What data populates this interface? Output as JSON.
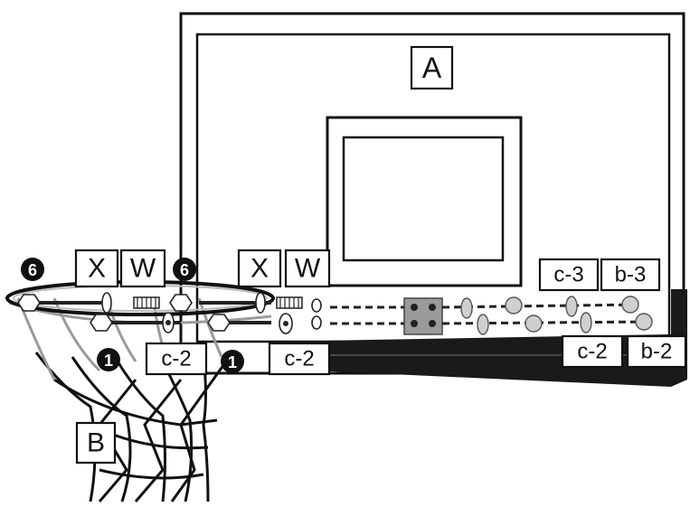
{
  "labels": {
    "backboard": "A",
    "rim": "B",
    "bolt_x_left": "X",
    "washer_w_left": "W",
    "bolt_x_right": "X",
    "washer_w_right": "W",
    "c2_left": "c-2",
    "c2_middle": "c-2",
    "c3": "c-3",
    "b3": "b-3",
    "c2_right": "c-2",
    "b2": "b-2"
  },
  "callouts": {
    "six_left": "6",
    "six_middle": "6",
    "one_left": "1",
    "one_middle": "1"
  }
}
